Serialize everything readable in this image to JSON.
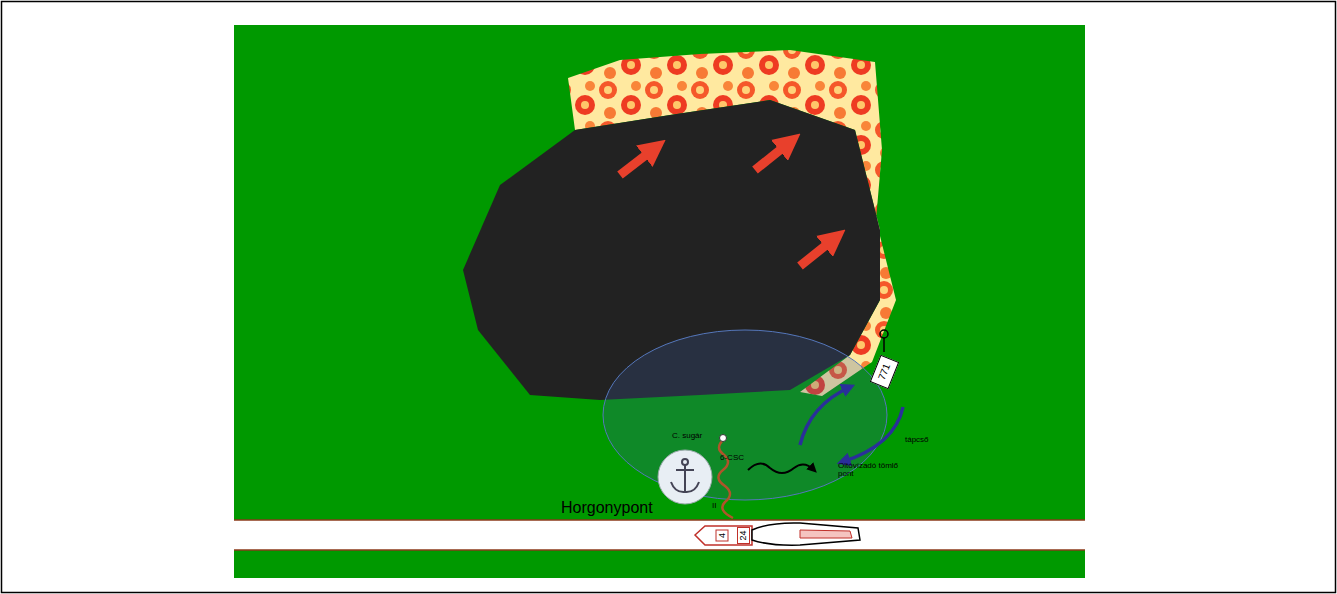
{
  "diagram": {
    "nodes": [
      {
        "text": [
          "771"
        ]
      },
      {
        "text": [
          "4"
        ]
      },
      {
        "text": [
          "24"
        ]
      }
    ],
    "labels": [
      "C. sugár",
      "Horgonypont",
      "II",
      "6-CSC",
      "Oltóvízadó tömlő pont",
      "tápcső"
    ]
  }
}
